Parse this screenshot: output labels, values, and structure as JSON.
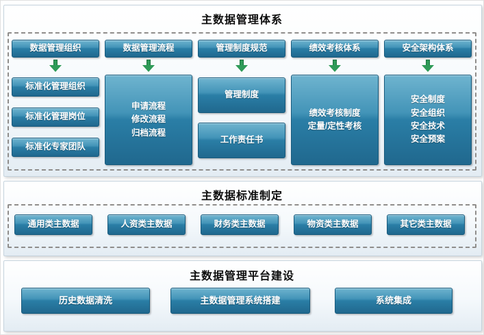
{
  "sections": {
    "management": {
      "title": "主数据管理体系",
      "columns": [
        {
          "header": "数据管理组织",
          "items": [
            "标准化管理组织",
            "标准化管理岗位",
            "标准化专家团队"
          ]
        },
        {
          "header": "数据管理流程",
          "items": [
            "申请流程\n修改流程\n归档流程"
          ]
        },
        {
          "header": "管理制度规范",
          "items": [
            "管理制度",
            "工作责任书"
          ]
        },
        {
          "header": "绩效考核体系",
          "items": [
            "绩效考核制度\n定量/定性考核"
          ]
        },
        {
          "header": "安全架构体系",
          "items": [
            "安全制度\n安全组织\n安全技术\n安全预案"
          ]
        }
      ]
    },
    "standards": {
      "title": "主数据标准制定",
      "items": [
        "通用类主数据",
        "人资类主数据",
        "财务类主数据",
        "物资类主数据",
        "其它类主数据"
      ]
    },
    "platform": {
      "title": "主数据管理平台建设",
      "items": [
        "历史数据清洗",
        "主数据管理系统搭建",
        "系统集成"
      ]
    }
  },
  "colors": {
    "box_teal_top": "#6fb4cf",
    "box_teal_bottom": "#20688e",
    "box_border": "#175a7d",
    "arrow_green": "#2f9b58",
    "dashed_border": "#8f8d8b",
    "panel_bg_bottom": "#e3ecf3"
  }
}
